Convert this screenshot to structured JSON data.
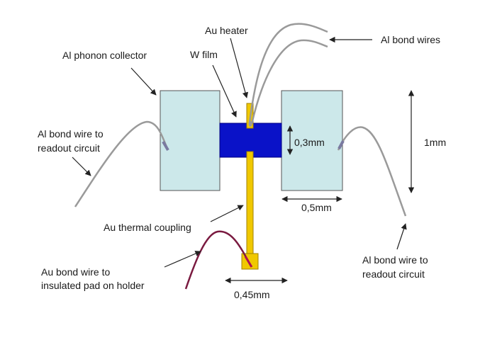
{
  "labels": {
    "au_heater": "Au heater",
    "al_bond_wires": "Al bond wires",
    "al_phonon_collector": "Al phonon collector",
    "w_film": "W film",
    "al_bond_wire_left_line1": "Al bond wire to",
    "al_bond_wire_left_line2": "readout circuit",
    "dim_0_3mm": "0,3mm",
    "dim_1mm": "1mm",
    "dim_0_5mm": "0,5mm",
    "au_thermal_coupling": "Au thermal coupling",
    "al_bond_wire_right_line1": "Al bond wire to",
    "al_bond_wire_right_line2": "readout circuit",
    "au_bond_wire_line1": "Au bond wire to",
    "au_bond_wire_line2": "insulated pad on holder",
    "dim_0_45mm": "0,45mm"
  },
  "colors": {
    "collector_fill": "#cce8ea",
    "w_film_fill": "#0a12c8",
    "gold_fill": "#f0c800",
    "al_wire": "#9a9a9a",
    "au_wire": "#7a1a40",
    "arrow": "#222222"
  }
}
